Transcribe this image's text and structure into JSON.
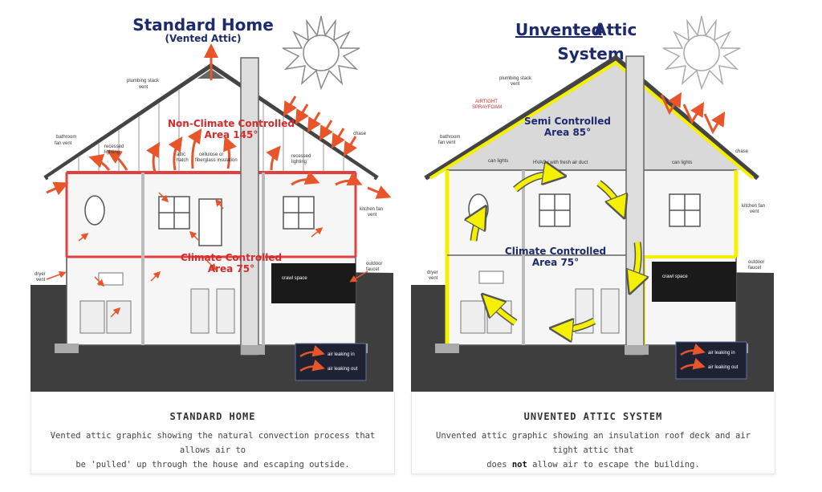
{
  "left": {
    "title": "Standard Home",
    "subtitle": "(Vented Attic)",
    "attic_label_1": "Non-Climate Controlled",
    "attic_label_2": "Area 145°",
    "living_label_1": "Climate Controlled",
    "living_label_2": "Area 75°",
    "labels": {
      "plumbing": "plumbing stack",
      "plumbing2": "vent",
      "bath": "bathroom",
      "bath2": "fan vent",
      "recessed_left": "recessed",
      "recessed_left2": "lighting",
      "attic_hatch": "attic",
      "attic_hatch2": "hatch",
      "insulation": "cellulose or",
      "insulation2": "fiberglass insulation",
      "recessed_right": "recessed",
      "recessed_right2": "lighting",
      "chase": "chase",
      "kitchen": "kitchen fan",
      "kitchen2": "vent",
      "dryer": "dryer",
      "dryer2": "vent",
      "crawl": "crawl space",
      "faucet": "outdoor",
      "faucet2": "faucet"
    },
    "legend_in": "air leaking in",
    "legend_out": "air leaking out",
    "caption_title": "STANDARD HOME",
    "caption_line1": "Vented attic graphic showing the natural convection process that allows air to",
    "caption_line2": "be 'pulled' up through the house and escaping outside."
  },
  "right": {
    "title_underlined": "Unvented",
    "title_rest": " Attic",
    "title_line2": "System",
    "attic_label_1": "Semi Controlled",
    "attic_label_2": "Area 85°",
    "living_label_1": "Climate Controlled",
    "living_label_2": "Area 75°",
    "labels": {
      "plumbing": "plumbing stack",
      "plumbing2": "vent",
      "spray": "AIRTIGHT",
      "spray2": "SPRAYFOAM",
      "bath": "bathroom",
      "bath2": "fan vent",
      "can_left": "can lights",
      "hvac": "HVAC / with fresh air duct",
      "can_right": "can lights",
      "chase": "chase",
      "kitchen": "kitchen fan",
      "kitchen2": "vent",
      "dryer": "dryer",
      "dryer2": "vent",
      "crawl": "crawl space",
      "faucet": "outdoor",
      "faucet2": "faucet"
    },
    "legend_in": "air leaking in",
    "legend_out": "air leaking out",
    "caption_title": "UNVENTED ATTIC SYSTEM",
    "caption_line1": "Unvented attic graphic showing an insulation roof deck and air tight attic that",
    "caption_pre": "does ",
    "caption_bold": "not",
    "caption_post": " allow air to escape the building."
  },
  "colors": {
    "title_navy": "#1d2a6e",
    "red_label": "#d62b2b",
    "arrow_orange": "#e8552a",
    "yellow_foam": "#f4f000",
    "ground_dark": "#3e3e3e"
  }
}
